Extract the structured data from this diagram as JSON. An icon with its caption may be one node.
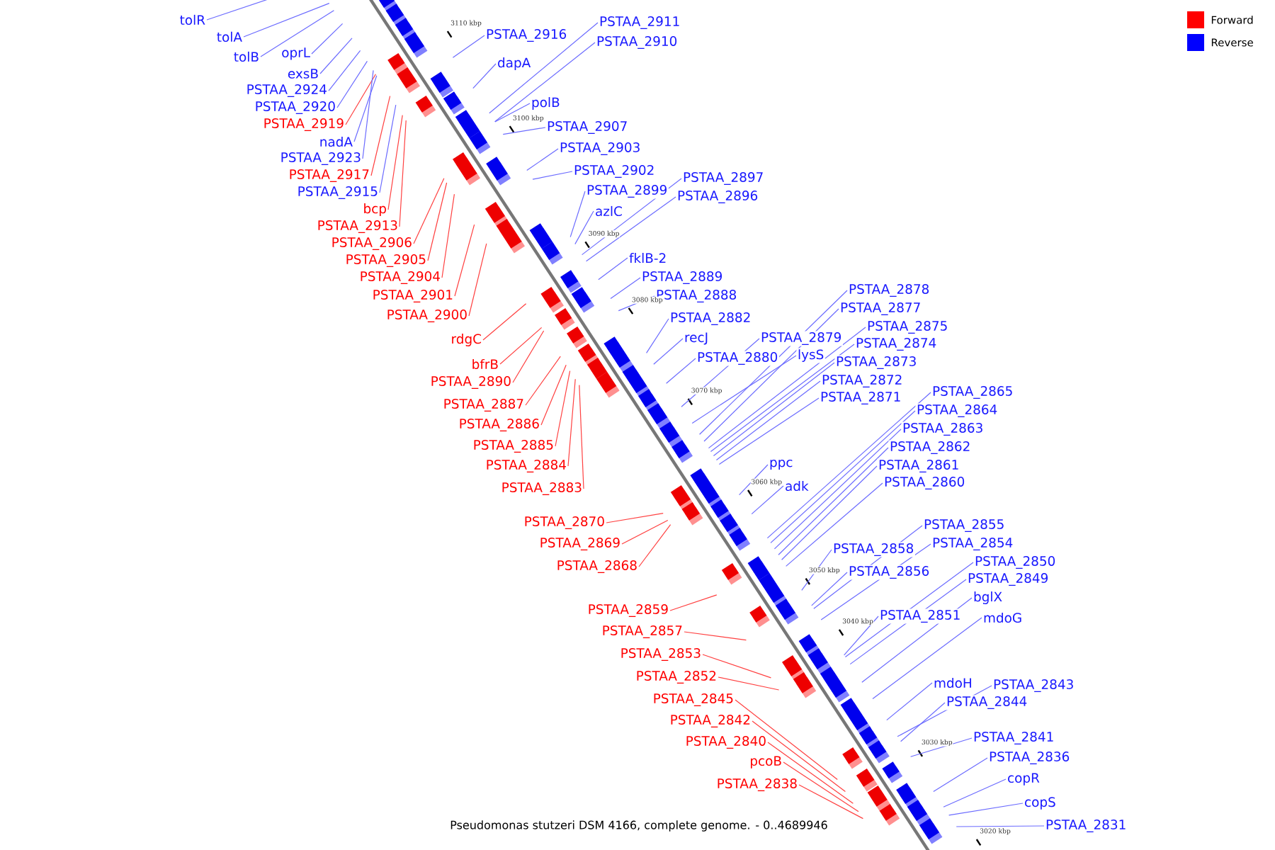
{
  "diagram": {
    "caption": "Pseudomonas stutzeri DSM 4166, complete genome. - 0..4689946",
    "nodes": [
      {
        "text": [
          "tolR"
        ]
      },
      {
        "text": [
          "PSTAA_2911"
        ]
      },
      {
        "text": [
          "PSTAA_2916"
        ]
      },
      {
        "text": [
          "tolA"
        ]
      },
      {
        "text": [
          "PSTAA_2910"
        ]
      },
      {
        "text": [
          "tolB"
        ]
      },
      {
        "text": [
          "oprL"
        ]
      },
      {
        "text": [
          "dapA"
        ]
      },
      {
        "text": [
          "exsB"
        ]
      },
      {
        "text": [
          "PSTAA_2924"
        ]
      },
      {
        "text": [
          "polB"
        ]
      },
      {
        "text": [
          "PSTAA_2920"
        ]
      },
      {
        "text": [
          "PSTAA_2919"
        ]
      },
      {
        "text": [
          "PSTAA_2907"
        ]
      },
      {
        "text": [
          "nadA"
        ]
      },
      {
        "text": [
          "PSTAA_2903"
        ]
      },
      {
        "text": [
          "PSTAA_2923"
        ]
      },
      {
        "text": [
          "PSTAA_2902"
        ]
      },
      {
        "text": [
          "PSTAA_2917"
        ]
      },
      {
        "text": [
          "PSTAA_2897"
        ]
      },
      {
        "text": [
          "PSTAA_2899"
        ]
      },
      {
        "text": [
          "PSTAA_2915"
        ]
      },
      {
        "text": [
          "PSTAA_2896"
        ]
      },
      {
        "text": [
          "bcp"
        ]
      },
      {
        "text": [
          "azlC"
        ]
      },
      {
        "text": [
          "PSTAA_2913"
        ]
      },
      {
        "text": [
          "PSTAA_2906"
        ]
      },
      {
        "text": [
          "fklB-2"
        ]
      },
      {
        "text": [
          "PSTAA_2905"
        ]
      },
      {
        "text": [
          "PSTAA_2889"
        ]
      },
      {
        "text": [
          "PSTAA_2904"
        ]
      },
      {
        "text": [
          "PSTAA_2878"
        ]
      },
      {
        "text": [
          "PSTAA_2888"
        ]
      },
      {
        "text": [
          "PSTAA_2901"
        ]
      },
      {
        "text": [
          "PSTAA_2877"
        ]
      },
      {
        "text": [
          "PSTAA_2900"
        ]
      },
      {
        "text": [
          "PSTAA_2882"
        ]
      },
      {
        "text": [
          "PSTAA_2875"
        ]
      },
      {
        "text": [
          "PSTAA_2879"
        ]
      },
      {
        "text": [
          "recJ"
        ]
      },
      {
        "text": [
          "rdgC"
        ]
      },
      {
        "text": [
          "PSTAA_2874"
        ]
      },
      {
        "text": [
          "lysS"
        ]
      },
      {
        "text": [
          "PSTAA_2880"
        ]
      },
      {
        "text": [
          "PSTAA_2873"
        ]
      },
      {
        "text": [
          "bfrB"
        ]
      },
      {
        "text": [
          "PSTAA_2872"
        ]
      },
      {
        "text": [
          "PSTAA_2890"
        ]
      },
      {
        "text": [
          "PSTAA_2865"
        ]
      },
      {
        "text": [
          "PSTAA_2871"
        ]
      },
      {
        "text": [
          "PSTAA_2887"
        ]
      },
      {
        "text": [
          "PSTAA_2864"
        ]
      },
      {
        "text": [
          "PSTAA_2886"
        ]
      },
      {
        "text": [
          "PSTAA_2863"
        ]
      },
      {
        "text": [
          "PSTAA_2885"
        ]
      },
      {
        "text": [
          "PSTAA_2862"
        ]
      },
      {
        "text": [
          "ppc"
        ]
      },
      {
        "text": [
          "PSTAA_2884"
        ]
      },
      {
        "text": [
          "PSTAA_2861"
        ]
      },
      {
        "text": [
          "PSTAA_2860"
        ]
      },
      {
        "text": [
          "adk"
        ]
      },
      {
        "text": [
          "PSTAA_2883"
        ]
      },
      {
        "text": [
          "PSTAA_2870"
        ]
      },
      {
        "text": [
          "PSTAA_2855"
        ]
      },
      {
        "text": [
          "PSTAA_2869"
        ]
      },
      {
        "text": [
          "PSTAA_2854"
        ]
      },
      {
        "text": [
          "PSTAA_2858"
        ]
      },
      {
        "text": [
          "PSTAA_2850"
        ]
      },
      {
        "text": [
          "PSTAA_2868"
        ]
      },
      {
        "text": [
          "PSTAA_2856"
        ]
      },
      {
        "text": [
          "PSTAA_2849"
        ]
      },
      {
        "text": [
          "bglX"
        ]
      },
      {
        "text": [
          "PSTAA_2859"
        ]
      },
      {
        "text": [
          "PSTAA_2851"
        ]
      },
      {
        "text": [
          "mdoG"
        ]
      },
      {
        "text": [
          "PSTAA_2857"
        ]
      },
      {
        "text": [
          "PSTAA_2853"
        ]
      },
      {
        "text": [
          "PSTAA_2852"
        ]
      },
      {
        "text": [
          "mdoH"
        ]
      },
      {
        "text": [
          "PSTAA_2843"
        ]
      },
      {
        "text": [
          "PSTAA_2845"
        ]
      },
      {
        "text": [
          "PSTAA_2844"
        ]
      },
      {
        "text": [
          "PSTAA_2842"
        ]
      },
      {
        "text": [
          "PSTAA_2841"
        ]
      },
      {
        "text": [
          "PSTAA_2840"
        ]
      },
      {
        "text": [
          "PSTAA_2836"
        ]
      },
      {
        "text": [
          "pcoB"
        ]
      },
      {
        "text": [
          "copR"
        ]
      },
      {
        "text": [
          "PSTAA_2838"
        ]
      },
      {
        "text": [
          "copS"
        ]
      },
      {
        "text": [
          "PSTAA_2831"
        ]
      }
    ],
    "edges": [
      {
        "from": 0,
        "to": null,
        "arrow": "none"
      },
      {
        "from": 1,
        "to": null,
        "arrow": "none"
      },
      {
        "from": 2,
        "to": null,
        "arrow": "none"
      },
      {
        "from": 3,
        "to": null,
        "arrow": "none"
      },
      {
        "from": 4,
        "to": null,
        "arrow": "none"
      },
      {
        "from": 5,
        "to": null,
        "arrow": "none"
      },
      {
        "from": 6,
        "to": null,
        "arrow": "none"
      },
      {
        "from": 7,
        "to": null,
        "arrow": "none"
      },
      {
        "from": 8,
        "to": null,
        "arrow": "none"
      },
      {
        "from": 9,
        "to": null,
        "arrow": "none"
      },
      {
        "from": 10,
        "to": null,
        "arrow": "none"
      },
      {
        "from": 11,
        "to": null,
        "arrow": "none"
      },
      {
        "from": 12,
        "to": null,
        "arrow": "none",
        "color": "#ff4040"
      },
      {
        "from": 13,
        "to": null,
        "arrow": "none"
      },
      {
        "from": 14,
        "to": null,
        "arrow": "none"
      },
      {
        "from": 15,
        "to": null,
        "arrow": "none"
      },
      {
        "from": 16,
        "to": null,
        "arrow": "none"
      },
      {
        "from": 17,
        "to": null,
        "arrow": "none"
      },
      {
        "from": 18,
        "to": null,
        "arrow": "none",
        "color": "#ff4040"
      },
      {
        "from": 19,
        "to": null,
        "arrow": "none"
      },
      {
        "from": 20,
        "to": null,
        "arrow": "none"
      },
      {
        "from": 21,
        "to": null,
        "arrow": "none"
      },
      {
        "from": 22,
        "to": null,
        "arrow": "none"
      },
      {
        "from": 23,
        "to": null,
        "arrow": "none",
        "color": "#ff4040"
      },
      {
        "from": 24,
        "to": null,
        "arrow": "none"
      },
      {
        "from": 25,
        "to": null,
        "arrow": "none",
        "color": "#ff4040"
      },
      {
        "from": 26,
        "to": null,
        "arrow": "none",
        "color": "#ff4040"
      },
      {
        "from": 27,
        "to": null,
        "arrow": "none"
      },
      {
        "from": 28,
        "to": null,
        "arrow": "none",
        "color": "#ff4040"
      },
      {
        "from": 29,
        "to": null,
        "arrow": "none"
      },
      {
        "from": 30,
        "to": null,
        "arrow": "none",
        "color": "#ff4040"
      },
      {
        "from": 31,
        "to": null,
        "arrow": "none"
      },
      {
        "from": 32,
        "to": null,
        "arrow": "none"
      },
      {
        "from": 33,
        "to": null,
        "arrow": "none",
        "color": "#ff4040"
      },
      {
        "from": 34,
        "to": null,
        "arrow": "none"
      },
      {
        "from": 35,
        "to": null,
        "arrow": "none",
        "color": "#ff4040"
      },
      {
        "from": 36,
        "to": null,
        "arrow": "none"
      },
      {
        "from": 37,
        "to": null,
        "arrow": "none"
      },
      {
        "from": 38,
        "to": null,
        "arrow": "none"
      },
      {
        "from": 39,
        "to": null,
        "arrow": "none"
      },
      {
        "from": 40,
        "to": null,
        "arrow": "none",
        "color": "#ff4040"
      },
      {
        "from": 41,
        "to": null,
        "arrow": "none"
      },
      {
        "from": 42,
        "to": null,
        "arrow": "none"
      },
      {
        "from": 43,
        "to": null,
        "arrow": "none"
      },
      {
        "from": 44,
        "to": null,
        "arrow": "none"
      },
      {
        "from": 45,
        "to": null,
        "arrow": "none",
        "color": "#ff4040"
      },
      {
        "from": 46,
        "to": null,
        "arrow": "none"
      },
      {
        "from": 47,
        "to": null,
        "arrow": "none",
        "color": "#ff4040"
      },
      {
        "from": 48,
        "to": null,
        "arrow": "none"
      },
      {
        "from": 49,
        "to": null,
        "arrow": "none"
      },
      {
        "from": 50,
        "to": null,
        "arrow": "none",
        "color": "#ff4040"
      },
      {
        "from": 51,
        "to": null,
        "arrow": "none"
      },
      {
        "from": 52,
        "to": null,
        "arrow": "none",
        "color": "#ff4040"
      },
      {
        "from": 53,
        "to": null,
        "arrow": "none"
      },
      {
        "from": 54,
        "to": null,
        "arrow": "none",
        "color": "#ff4040"
      },
      {
        "from": 55,
        "to": null,
        "arrow": "none"
      },
      {
        "from": 56,
        "to": null,
        "arrow": "none"
      },
      {
        "from": 57,
        "to": null,
        "arrow": "none",
        "color": "#ff4040"
      },
      {
        "from": 58,
        "to": null,
        "arrow": "none"
      },
      {
        "from": 59,
        "to": null,
        "arrow": "none"
      },
      {
        "from": 60,
        "to": null,
        "arrow": "none"
      },
      {
        "from": 61,
        "to": null,
        "arrow": "none",
        "color": "#ff4040"
      },
      {
        "from": 62,
        "to": null,
        "arrow": "none",
        "color": "#ff4040"
      },
      {
        "from": 63,
        "to": null,
        "arrow": "none"
      },
      {
        "from": 64,
        "to": null,
        "arrow": "none",
        "color": "#ff4040"
      },
      {
        "from": 65,
        "to": null,
        "arrow": "none"
      },
      {
        "from": 66,
        "to": null,
        "arrow": "none"
      },
      {
        "from": 67,
        "to": null,
        "arrow": "none"
      },
      {
        "from": 68,
        "to": null,
        "arrow": "none",
        "color": "#ff4040"
      },
      {
        "from": 69,
        "to": null,
        "arrow": "none"
      },
      {
        "from": 70,
        "to": null,
        "arrow": "none"
      },
      {
        "from": 71,
        "to": null,
        "arrow": "none"
      },
      {
        "from": 72,
        "to": null,
        "arrow": "none",
        "color": "#ff4040"
      },
      {
        "from": 73,
        "to": null,
        "arrow": "none"
      },
      {
        "from": 74,
        "to": null,
        "arrow": "none"
      },
      {
        "from": 75,
        "to": null,
        "arrow": "none",
        "color": "#ff4040"
      },
      {
        "from": 76,
        "to": null,
        "arrow": "none",
        "color": "#ff4040"
      },
      {
        "from": 77,
        "to": null,
        "arrow": "none",
        "color": "#ff4040"
      },
      {
        "from": 78,
        "to": null,
        "arrow": "none"
      },
      {
        "from": 79,
        "to": null,
        "arrow": "none"
      },
      {
        "from": 80,
        "to": null,
        "arrow": "none",
        "color": "#ff4040"
      },
      {
        "from": 81,
        "to": null,
        "arrow": "none"
      },
      {
        "from": 82,
        "to": null,
        "arrow": "none",
        "color": "#ff4040"
      },
      {
        "from": 83,
        "to": null,
        "arrow": "none"
      },
      {
        "from": 84,
        "to": null,
        "arrow": "none",
        "color": "#ff4040"
      },
      {
        "from": 85,
        "to": null,
        "arrow": "none"
      },
      {
        "from": 86,
        "to": null,
        "arrow": "none",
        "color": "#ff4040"
      },
      {
        "from": 87,
        "to": null,
        "arrow": "none"
      },
      {
        "from": 88,
        "to": null,
        "arrow": "none",
        "color": "#ff4040"
      },
      {
        "from": 89,
        "to": null,
        "arrow": "none"
      },
      {
        "from": 90,
        "to": null,
        "arrow": "none"
      }
    ],
    "labels": [
      "3110 kbp",
      "3100 kbp",
      "3090 kbp",
      "3080 kbp",
      "3070 kbp",
      "3060 kbp",
      "3050 kbp",
      "3040 kbp",
      "3030 kbp",
      "3020 kbp"
    ],
    "legend": [
      {
        "text": "Forward",
        "color": "#ff0000"
      },
      {
        "text": "Reverse",
        "color": "#0000ff"
      }
    ]
  }
}
